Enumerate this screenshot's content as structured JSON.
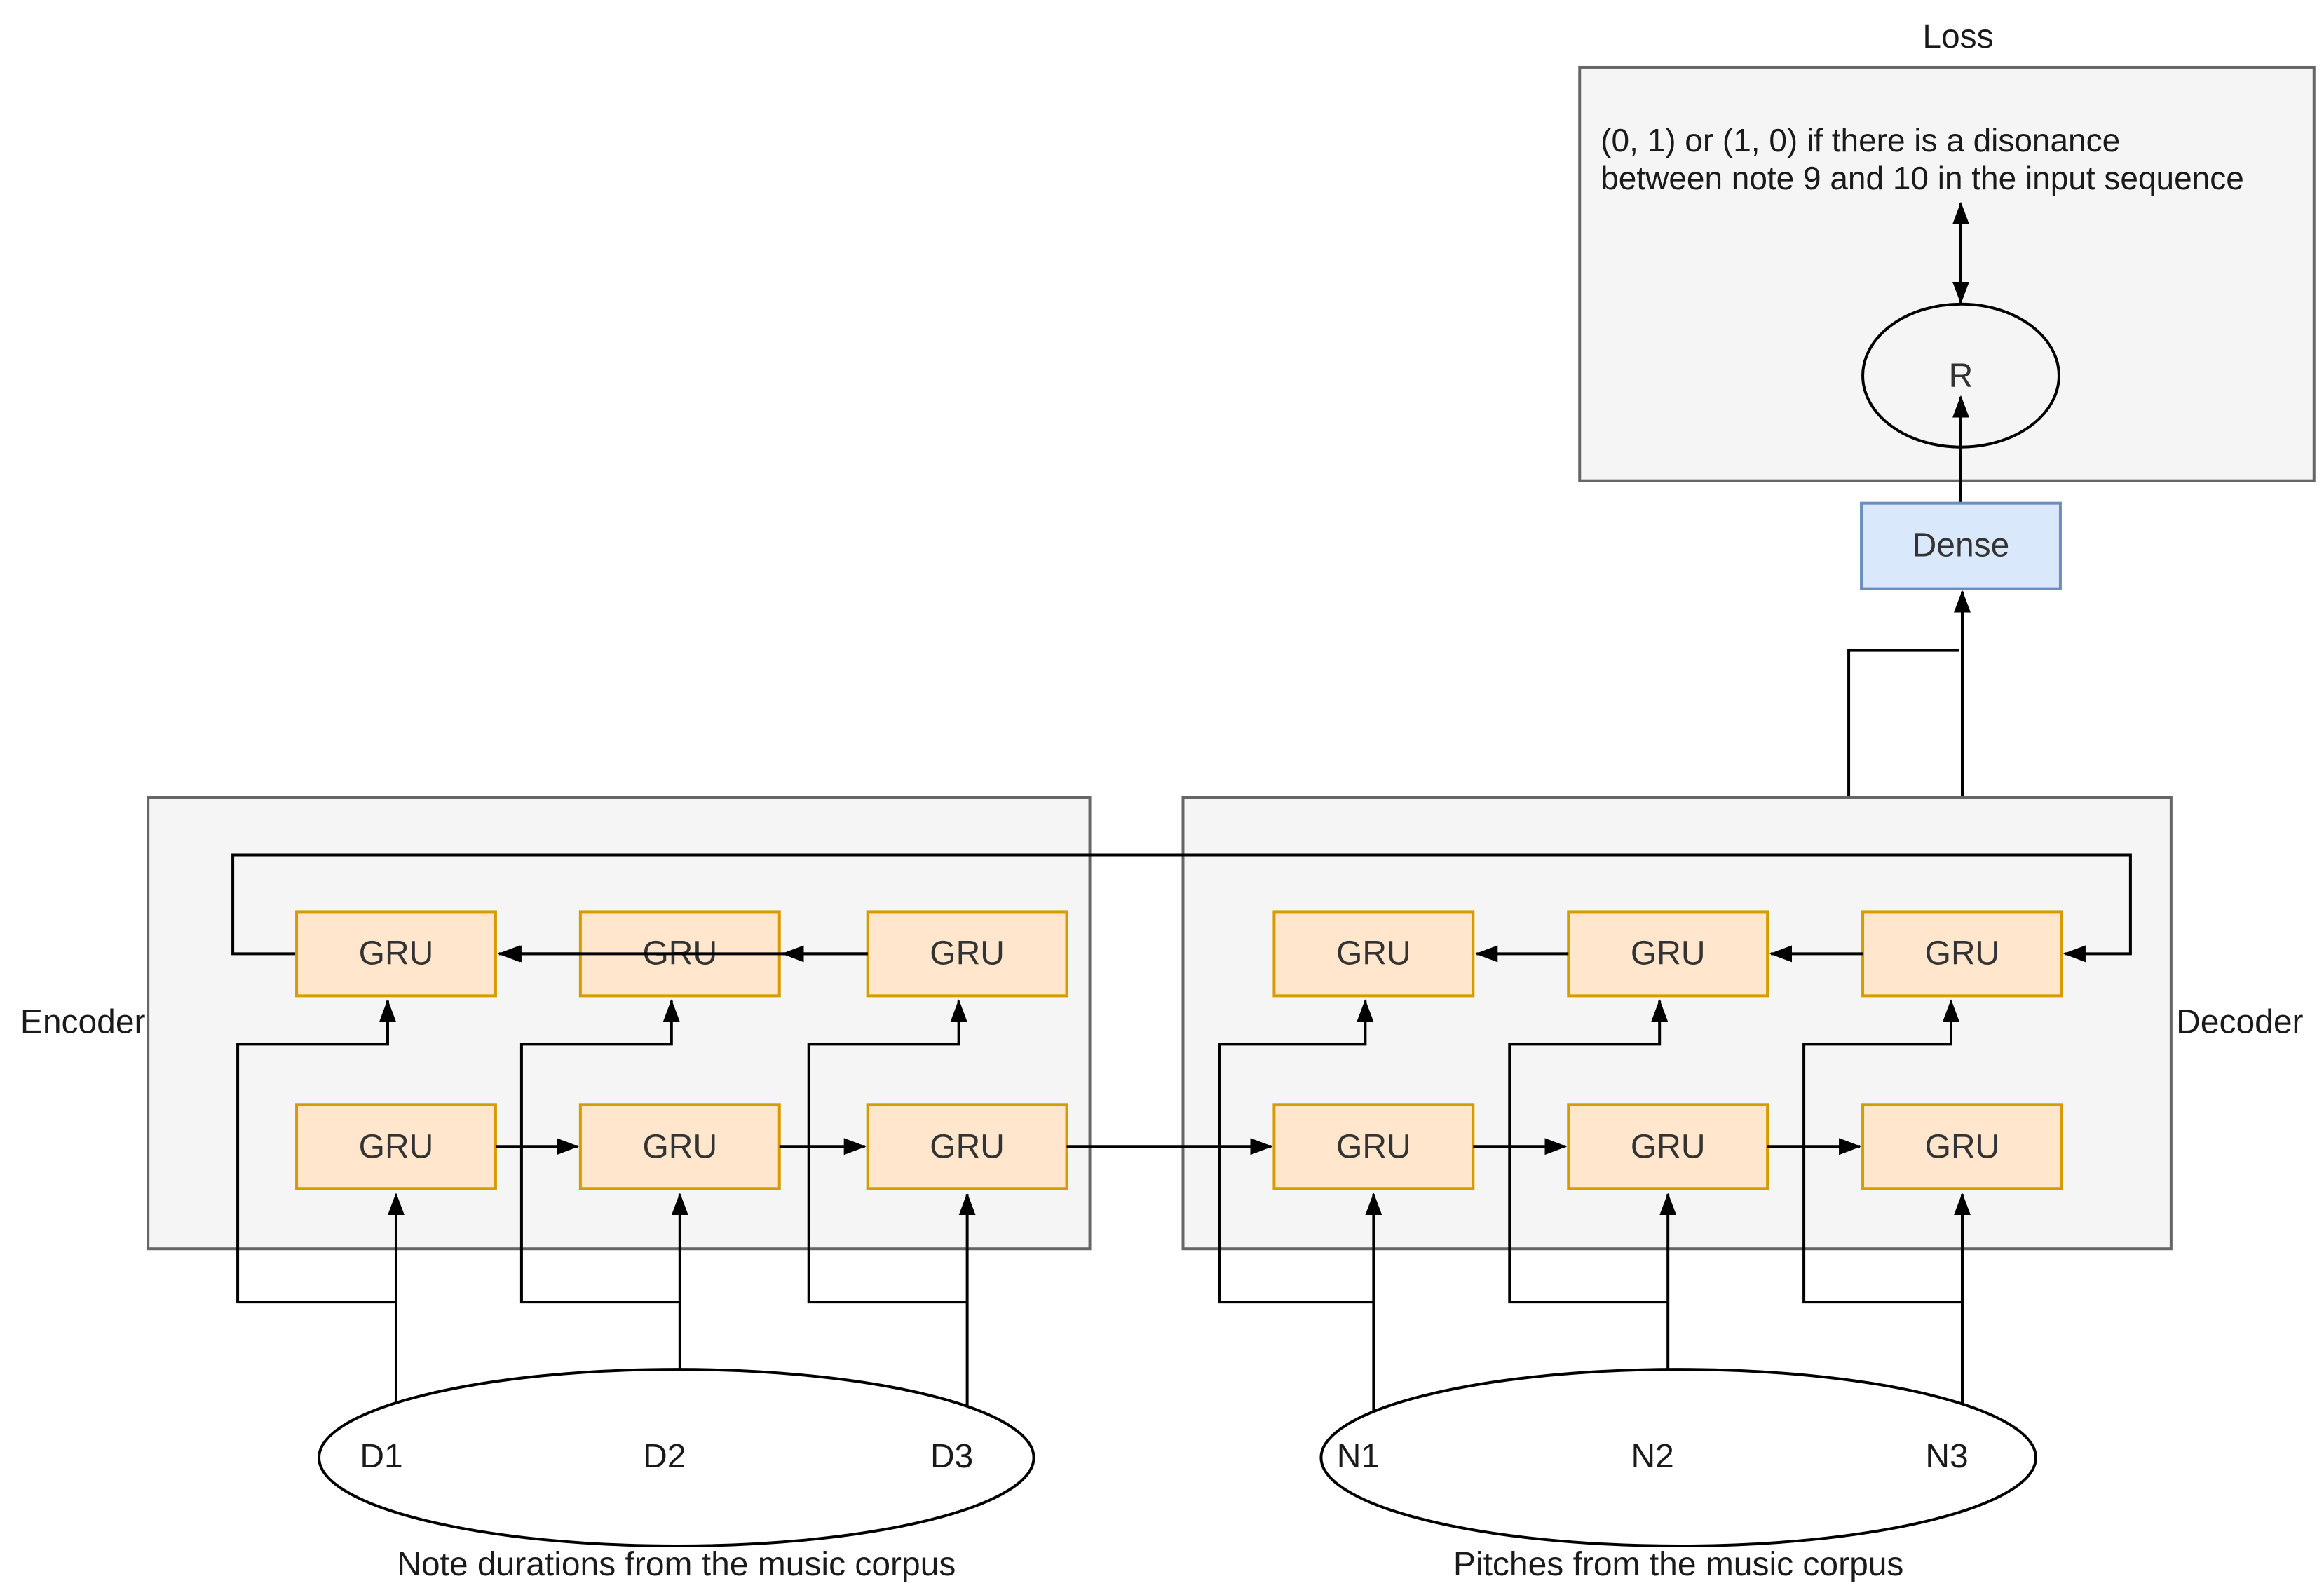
{
  "gru_label": "GRU",
  "loss": {
    "title": "Loss",
    "line1": "(0, 1) or (1, 0) if there is a disonance",
    "line2": "between note 9 and 10 in the input sequence",
    "node": "R"
  },
  "dense": {
    "label": "Dense"
  },
  "encoder": {
    "label": "Encoder"
  },
  "decoder": {
    "label": "Decoder"
  },
  "inputs": {
    "durations": {
      "labels": [
        "D1",
        "D2",
        "D3"
      ],
      "caption": "Note durations from the music corpus"
    },
    "pitches": {
      "labels": [
        "N1",
        "N2",
        "N3"
      ],
      "caption": "Pitches from the music corpus"
    }
  },
  "colors": {
    "gru_fill": "#FFE6CC",
    "gru_border": "#D79B00",
    "dense_fill": "#DAE8FC",
    "dense_border": "#6C8EBF",
    "container_fill": "#F5F5F5",
    "container_border": "#666666",
    "wire": "#000000",
    "background": "#FFFFFF"
  }
}
